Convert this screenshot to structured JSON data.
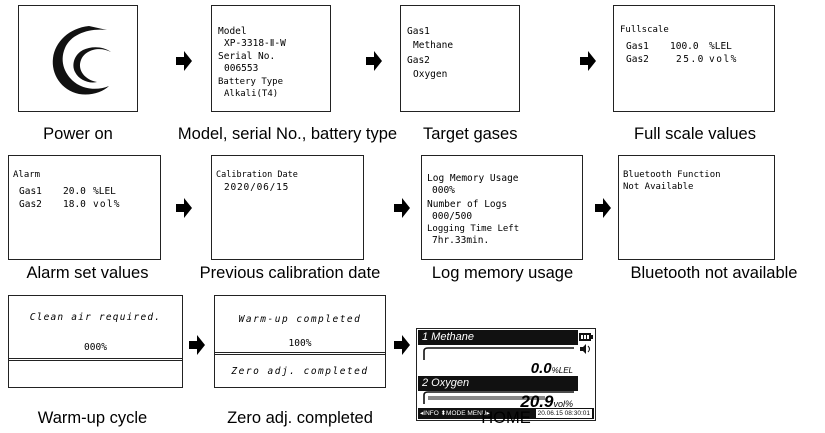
{
  "screens": {
    "power_on": {
      "caption": "Power on"
    },
    "model": {
      "caption": "Model, serial No., battery type",
      "model_label": "Model",
      "model_value": "XP-3318-Ⅱ-W",
      "serial_label": "Serial No.",
      "serial_value": "006553",
      "battery_label": "Battery Type",
      "battery_value": "Alkali(T4)"
    },
    "target_gases": {
      "caption": "Target gases",
      "gas1_label": "Gas1",
      "gas1_value": "Methane",
      "gas2_label": "Gas2",
      "gas2_value": "Oxygen"
    },
    "fullscale": {
      "caption": "Full scale values",
      "title": "Fullscale",
      "rows": [
        {
          "gas": "Gas1",
          "value": "100.0",
          "unit": "%LEL"
        },
        {
          "gas": "Gas2",
          "value": "25.0",
          "unit": "vol%"
        }
      ]
    },
    "alarm": {
      "caption": "Alarm set values",
      "title": "Alarm",
      "rows": [
        {
          "gas": "Gas1",
          "value": "20.0",
          "unit": "%LEL"
        },
        {
          "gas": "Gas2",
          "value": "18.0",
          "unit": "vol%"
        }
      ]
    },
    "calibration": {
      "caption": "Previous calibration date",
      "title": "Calibration Date",
      "date": "2020/06/15"
    },
    "log_memory": {
      "caption": "Log memory usage",
      "usage_label": "Log Memory Usage",
      "usage_value": "000%",
      "count_label": "Number of Logs",
      "count_value": "000/500",
      "time_label": "Logging Time Left",
      "time_value": "7hr.33min."
    },
    "bluetooth": {
      "caption": "Bluetooth not available",
      "line1": "Bluetooth Function",
      "line2": "Not Available"
    },
    "warmup": {
      "caption": "Warm-up cycle",
      "message": "Clean air required.",
      "percent": "000%"
    },
    "zero_adj": {
      "caption": "Zero adj. completed",
      "message_top": "Warm-up completed",
      "percent": "100%",
      "message_bottom": "Zero adj. completed"
    },
    "home": {
      "caption": "HOME",
      "gas1_label": "1 Methane",
      "gas1_value": "0.0",
      "gas1_unit": "%LEL",
      "gas2_label": "2 Oxygen",
      "gas2_value": "20.9",
      "gas2_unit": "vol%",
      "footer_left": "◂INFO ⬍MODE MENU▸",
      "footer_right": "20.06.15 08:30:01",
      "gas1_bar_level": 0.0,
      "gas2_bar_level": 0.836
    }
  }
}
